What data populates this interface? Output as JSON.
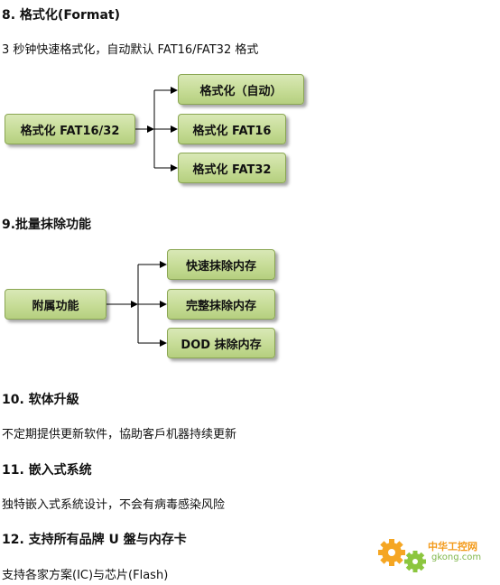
{
  "s8": {
    "heading": "8. 格式化(Format)",
    "desc": "3 秒钟快速格式化，自动默认 FAT16/FAT32 格式",
    "root": "格式化 FAT16/32",
    "branches": [
      "格式化（自动）",
      "格式化 FAT16",
      "格式化 FAT32"
    ]
  },
  "s9": {
    "heading": "9.批量抹除功能",
    "root": "附属功能",
    "branches": [
      "快速抹除内存",
      "完整抹除内存",
      "DOD 抹除内存"
    ]
  },
  "s10": {
    "heading": "10. 软体升級",
    "desc": "不定期提供更新软件，協助客戶机器持续更新"
  },
  "s11": {
    "heading": "11. 嵌入式系统",
    "desc": "独特嵌入式系統设计，不会有病毒感染风险"
  },
  "s12": {
    "heading": "12. 支持所有品牌 U 盤与内存卡",
    "desc": "支持各家方案(IC)与芯片(Flash)"
  },
  "watermark": {
    "cn": "中华工控网",
    "en": "gkong.com"
  },
  "colors": {
    "box_fill": "#c6dc96",
    "box_border": "#8aa653",
    "line": "#000000"
  }
}
